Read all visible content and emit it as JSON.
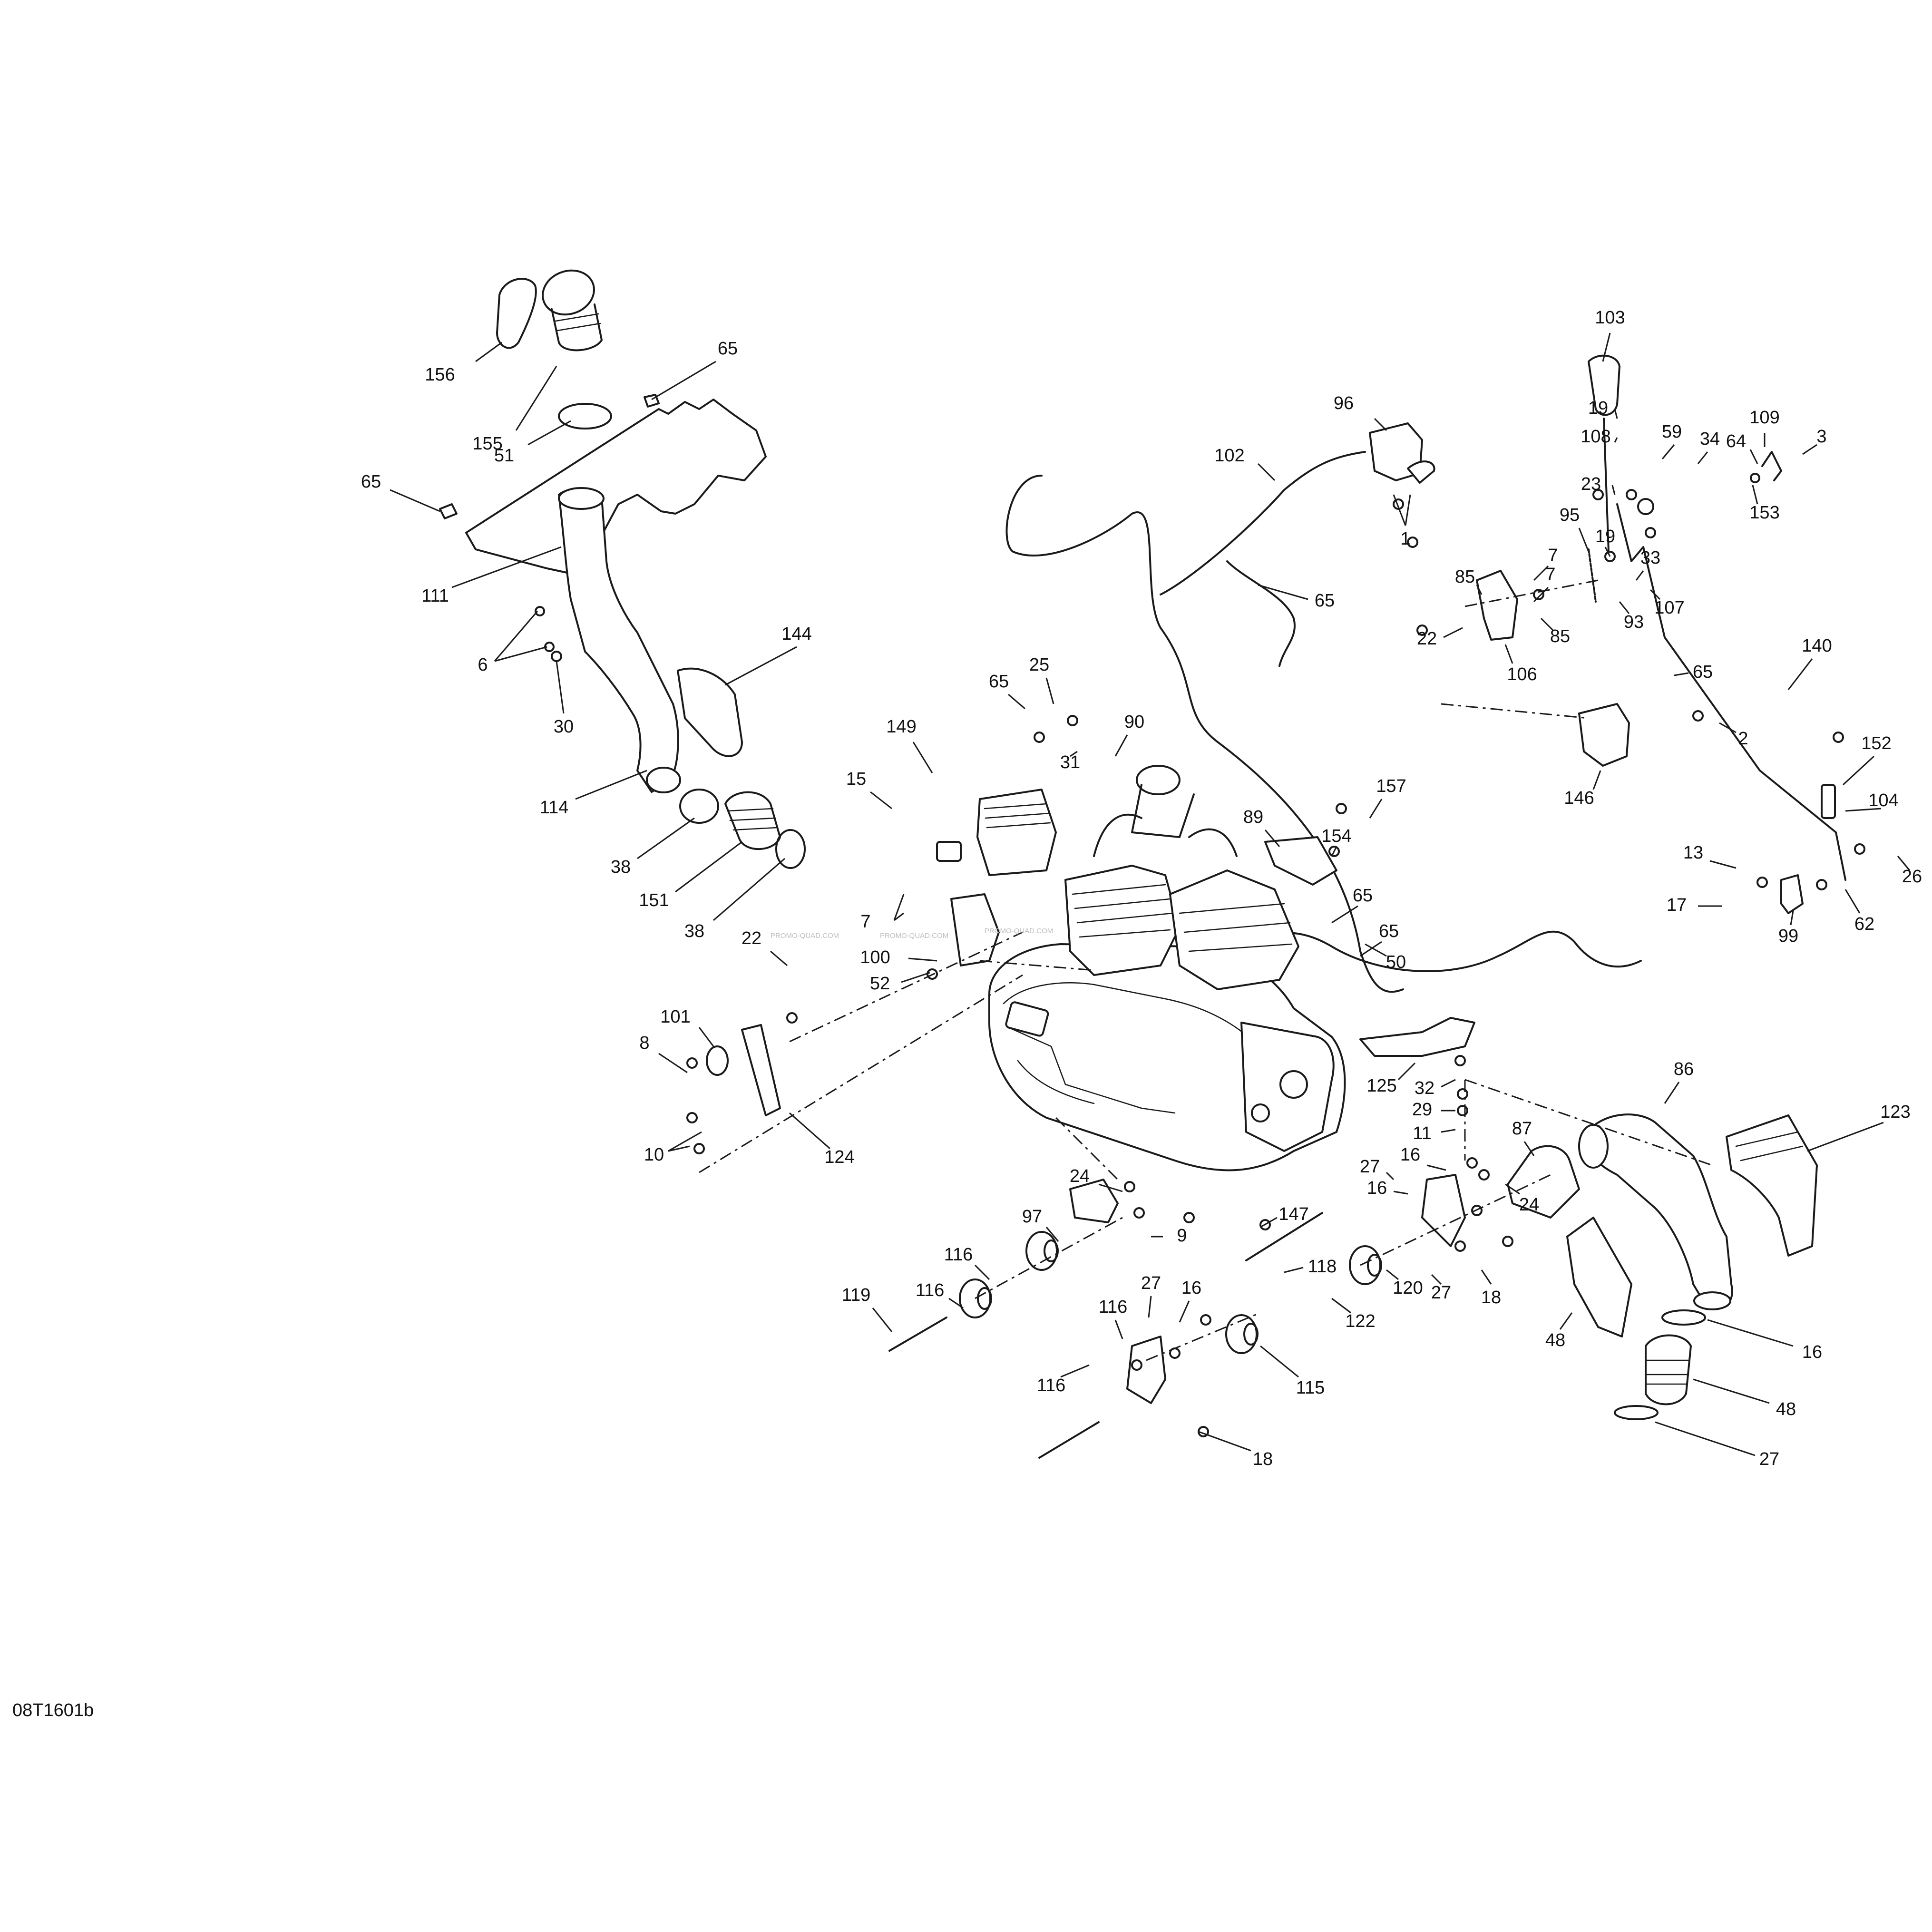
{
  "drawing_number": "08T1601b",
  "watermark": "PROMO-QUAD.COM",
  "callouts": [
    {
      "ref": "156"
    },
    {
      "ref": "155"
    },
    {
      "ref": "65"
    },
    {
      "ref": "51"
    },
    {
      "ref": "65"
    },
    {
      "ref": "111"
    },
    {
      "ref": "6"
    },
    {
      "ref": "30"
    },
    {
      "ref": "144"
    },
    {
      "ref": "114"
    },
    {
      "ref": "38"
    },
    {
      "ref": "151"
    },
    {
      "ref": "38"
    },
    {
      "ref": "96"
    },
    {
      "ref": "102"
    },
    {
      "ref": "1"
    },
    {
      "ref": "65"
    },
    {
      "ref": "103"
    },
    {
      "ref": "19"
    },
    {
      "ref": "108"
    },
    {
      "ref": "59"
    },
    {
      "ref": "34"
    },
    {
      "ref": "109"
    },
    {
      "ref": "64"
    },
    {
      "ref": "3"
    },
    {
      "ref": "23"
    },
    {
      "ref": "153"
    },
    {
      "ref": "95"
    },
    {
      "ref": "19"
    },
    {
      "ref": "33"
    },
    {
      "ref": "7"
    },
    {
      "ref": "7"
    },
    {
      "ref": "85"
    },
    {
      "ref": "107"
    },
    {
      "ref": "22"
    },
    {
      "ref": "85"
    },
    {
      "ref": "93"
    },
    {
      "ref": "106"
    },
    {
      "ref": "140"
    },
    {
      "ref": "65"
    },
    {
      "ref": "2"
    },
    {
      "ref": "146"
    },
    {
      "ref": "152"
    },
    {
      "ref": "104"
    },
    {
      "ref": "13"
    },
    {
      "ref": "26"
    },
    {
      "ref": "17"
    },
    {
      "ref": "99"
    },
    {
      "ref": "62"
    },
    {
      "ref": "65"
    },
    {
      "ref": "25"
    },
    {
      "ref": "90"
    },
    {
      "ref": "149"
    },
    {
      "ref": "31"
    },
    {
      "ref": "157"
    },
    {
      "ref": "15"
    },
    {
      "ref": "89"
    },
    {
      "ref": "154"
    },
    {
      "ref": "7"
    },
    {
      "ref": "65"
    },
    {
      "ref": "65"
    },
    {
      "ref": "100"
    },
    {
      "ref": "52"
    },
    {
      "ref": "50"
    },
    {
      "ref": "22"
    },
    {
      "ref": "101"
    },
    {
      "ref": "8"
    },
    {
      "ref": "10"
    },
    {
      "ref": "124"
    },
    {
      "ref": "125"
    },
    {
      "ref": "32"
    },
    {
      "ref": "86"
    },
    {
      "ref": "29"
    },
    {
      "ref": "11"
    },
    {
      "ref": "123"
    },
    {
      "ref": "87"
    },
    {
      "ref": "16"
    },
    {
      "ref": "27"
    },
    {
      "ref": "16"
    },
    {
      "ref": "24"
    },
    {
      "ref": "24"
    },
    {
      "ref": "97"
    },
    {
      "ref": "147"
    },
    {
      "ref": "9"
    },
    {
      "ref": "118"
    },
    {
      "ref": "116"
    },
    {
      "ref": "116"
    },
    {
      "ref": "120"
    },
    {
      "ref": "27"
    },
    {
      "ref": "18"
    },
    {
      "ref": "119"
    },
    {
      "ref": "27"
    },
    {
      "ref": "16"
    },
    {
      "ref": "116"
    },
    {
      "ref": "122"
    },
    {
      "ref": "48"
    },
    {
      "ref": "16"
    },
    {
      "ref": "116"
    },
    {
      "ref": "115"
    },
    {
      "ref": "48"
    },
    {
      "ref": "27"
    },
    {
      "ref": "18"
    }
  ]
}
